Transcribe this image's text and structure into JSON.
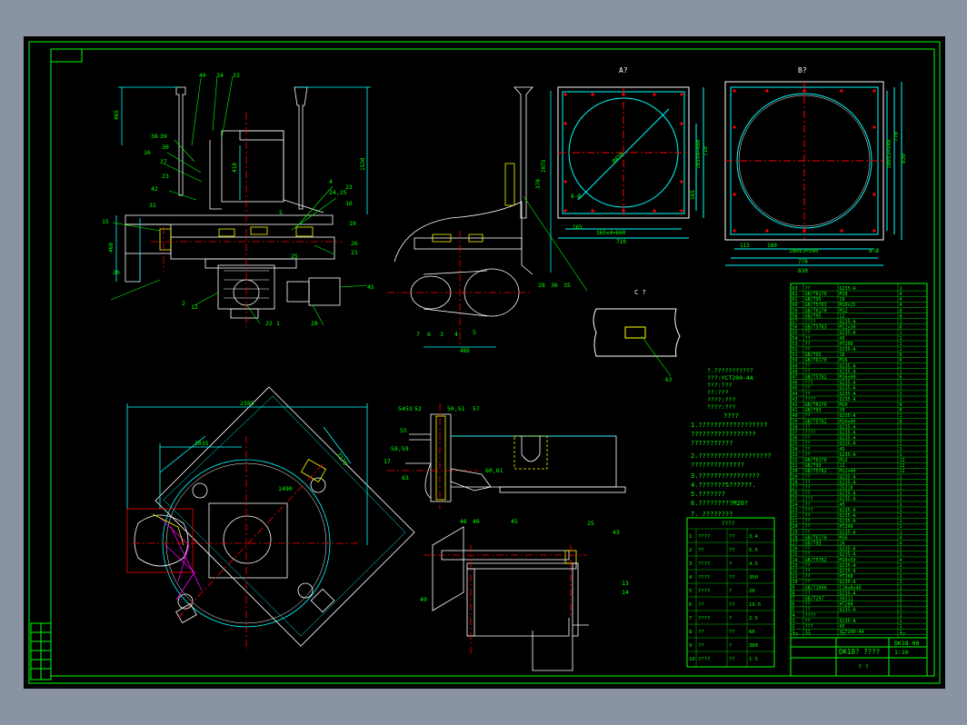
{
  "colors": {
    "background": "#000000",
    "frame": "#00ff00",
    "outline": "#ffffff",
    "dimension": "#00ffff",
    "centerline": "#ff0000",
    "hatch": "#ffff00",
    "highlight": "#ff00ff",
    "text_green": "#00ff00"
  },
  "views": {
    "view_a_title": "A?",
    "view_b_title": "B?",
    "view_c_title": "C ?"
  },
  "view_a_dims": {
    "width": "710",
    "pitch": "165x4=660",
    "edge": "165",
    "height": "710",
    "side": "165x4=660",
    "short": "165",
    "diameter": "Ø450",
    "holes": "8-Ø"
  },
  "view_b_dims": {
    "width": "830",
    "mid": "770",
    "pitch": "180x3=540",
    "edge1": "115",
    "edge2": "180",
    "height1": "830",
    "height2": "770",
    "side": "180x3=540",
    "holes": "8-Ø"
  },
  "front_dims": {
    "h1": "465",
    "h2": "1530",
    "h3": "460",
    "h4": "410",
    "w1": "1035",
    "w2": "2385",
    "w3": "2170",
    "w4": "1490",
    "d1": "486",
    "d2": "2075",
    "d3": "370"
  },
  "part_numbers_front": [
    "40",
    "34",
    "33",
    "39",
    "38",
    "30",
    "16",
    "27",
    "23",
    "42",
    "31",
    "15",
    "20",
    "25",
    "2",
    "12",
    "22",
    "1",
    "5",
    "4",
    "24,25",
    "23",
    "16",
    "19",
    "26",
    "21",
    "28",
    "45"
  ],
  "part_numbers_side": [
    "28",
    "36",
    "35",
    "7",
    "6",
    "3",
    "4",
    "5"
  ],
  "part_numbers_detail": [
    "54",
    "53",
    "52",
    "50,51",
    "57",
    "55",
    "58,59",
    "17",
    "63",
    "60,61",
    "46",
    "48",
    "45",
    "25",
    "43",
    "49",
    "13",
    "14"
  ],
  "spec_text": {
    "l1": "?.???????????",
    "l2": "???:YCT200-4A",
    "l3": "???:???",
    "l4": "??:???",
    "l5": "????:???",
    "l6": "????:???"
  },
  "notes": {
    "title": "????",
    "items": [
      "1.??????????????????",
      "?????????????????",
      "???????????",
      "2.???????????????????",
      "??????????????",
      "3.????????????????",
      "4.???????5??????.",
      "5.???????",
      "6.?????????M20?",
      "7. ????????"
    ]
  },
  "params_table": {
    "title": "????",
    "rows": [
      [
        "1",
        "????",
        "??",
        "3.4"
      ],
      [
        "2",
        "??",
        "??",
        "5.5"
      ],
      [
        "3",
        "????",
        "?",
        "4.5"
      ],
      [
        "4",
        "????",
        "??",
        "350"
      ],
      [
        "5",
        "????",
        "?",
        "20"
      ],
      [
        "6",
        "??",
        "??",
        "19.5"
      ],
      [
        "7",
        "????",
        "?",
        "2.5"
      ],
      [
        "8",
        "??",
        "??",
        "60"
      ],
      [
        "9",
        "??",
        "?",
        "380"
      ],
      [
        "10",
        "????",
        "??",
        "1.5"
      ]
    ]
  },
  "bom": {
    "rows": [
      [
        "63",
        "??",
        "Q235-A",
        "1"
      ],
      [
        "62",
        "GB/T6170",
        "M10",
        "4"
      ],
      [
        "61",
        "GB/T95",
        "10",
        "4"
      ],
      [
        "60",
        "GB/T5783",
        "M10x25",
        "4"
      ],
      [
        "59",
        "GB/T6170",
        "M12",
        "8"
      ],
      [
        "58",
        "GB/T95",
        "12",
        "8"
      ],
      [
        "57",
        "????",
        "Q235-A",
        "1"
      ],
      [
        "56",
        "GB/T5783",
        "M12x30",
        "8"
      ],
      [
        "55",
        "??",
        "Q235-A",
        "1"
      ],
      [
        "54",
        "??",
        "45",
        "1"
      ],
      [
        "53",
        "??",
        "HT200",
        "1"
      ],
      [
        "52",
        "??",
        "Q235-A",
        "1"
      ],
      [
        "51",
        "GB/T93",
        "16",
        "6"
      ],
      [
        "50",
        "GB/T6170",
        "M16",
        "6"
      ],
      [
        "49",
        "??",
        "Q235-A",
        "2"
      ],
      [
        "48",
        "??",
        "Q235-A",
        "1"
      ],
      [
        "47",
        "GB/T5782",
        "M16x60",
        "6"
      ],
      [
        "46",
        "???",
        "Q235-A",
        "1"
      ],
      [
        "45",
        "??",
        "Q235-A",
        "1"
      ],
      [
        "44",
        "??",
        "Q235-A",
        "1"
      ],
      [
        "43",
        "????",
        "Q235-A",
        "1"
      ],
      [
        "42",
        "GB/T6170",
        "M20",
        "8"
      ],
      [
        "41",
        "GB/T93",
        "20",
        "8"
      ],
      [
        "40",
        "??",
        "Q235-A",
        "1"
      ],
      [
        "39",
        "GB/T5782",
        "M20x80",
        "8"
      ],
      [
        "38",
        "??",
        "Q235-A",
        "2"
      ],
      [
        "37",
        "????",
        "Q235-A",
        "1"
      ],
      [
        "36",
        "??",
        "Q235-A",
        "1"
      ],
      [
        "35",
        "??",
        "Q235-A",
        "1"
      ],
      [
        "34",
        "??",
        "45",
        "1"
      ],
      [
        "33",
        "??",
        "Q235-A",
        "1"
      ],
      [
        "32",
        "GB/T6170",
        "M12",
        "12"
      ],
      [
        "31",
        "GB/T93",
        "12",
        "12"
      ],
      [
        "30",
        "GB/T5782",
        "M12x40",
        "12"
      ],
      [
        "29",
        "??",
        "Q235-A",
        "1"
      ],
      [
        "28",
        "??",
        "Q235-A",
        "1"
      ],
      [
        "27",
        "??",
        "ZG310",
        "1"
      ],
      [
        "26",
        "??",
        "Q235-A",
        "1"
      ],
      [
        "25",
        "???",
        "Q235-A",
        "1"
      ],
      [
        "24",
        "??",
        "45",
        "1"
      ],
      [
        "23",
        "???",
        "Q235-A",
        "1"
      ],
      [
        "22",
        "??",
        "Q235-A",
        "1"
      ],
      [
        "21",
        "??",
        "Q235-A",
        "1"
      ],
      [
        "20",
        "??",
        "HT200",
        "1"
      ],
      [
        "19",
        "??",
        "Q235-A",
        "1"
      ],
      [
        "18",
        "GB/T6170",
        "M16",
        "4"
      ],
      [
        "17",
        "GB/T93",
        "16",
        "4"
      ],
      [
        "16",
        "??",
        "Q235-A",
        "1"
      ],
      [
        "15",
        "??",
        "Q235-A",
        "1"
      ],
      [
        "14",
        "GB/T5782",
        "M16x50",
        "4"
      ],
      [
        "13",
        "??",
        "Q235-A",
        "1"
      ],
      [
        "12",
        "??",
        "Q235-A",
        "1"
      ],
      [
        "11",
        "??",
        "HT200",
        "1"
      ],
      [
        "10",
        "??",
        "Q235-A",
        "1"
      ],
      [
        "9",
        "GB/T1096",
        "C10x8x40",
        "1"
      ],
      [
        "8",
        "??",
        "Q235-A",
        "1"
      ],
      [
        "7",
        "GB/T297",
        "30211",
        "2"
      ],
      [
        "6",
        "??",
        "HT200",
        "1"
      ],
      [
        "5",
        "??",
        "Q235-A",
        "1"
      ],
      [
        "4",
        "????",
        "",
        "1"
      ],
      [
        "3",
        "??",
        "Q235-A",
        "1"
      ],
      [
        "2",
        "???",
        "45",
        "1"
      ],
      [
        "1",
        "??",
        "YCT200-4A",
        "1"
      ]
    ],
    "header": [
      "??",
      "??",
      "??",
      "??"
    ]
  },
  "title_block": {
    "drawing_title": "DK18? ????",
    "drawing_number": "DK18-00",
    "scale": "1:10",
    "sheet": "? ?"
  }
}
